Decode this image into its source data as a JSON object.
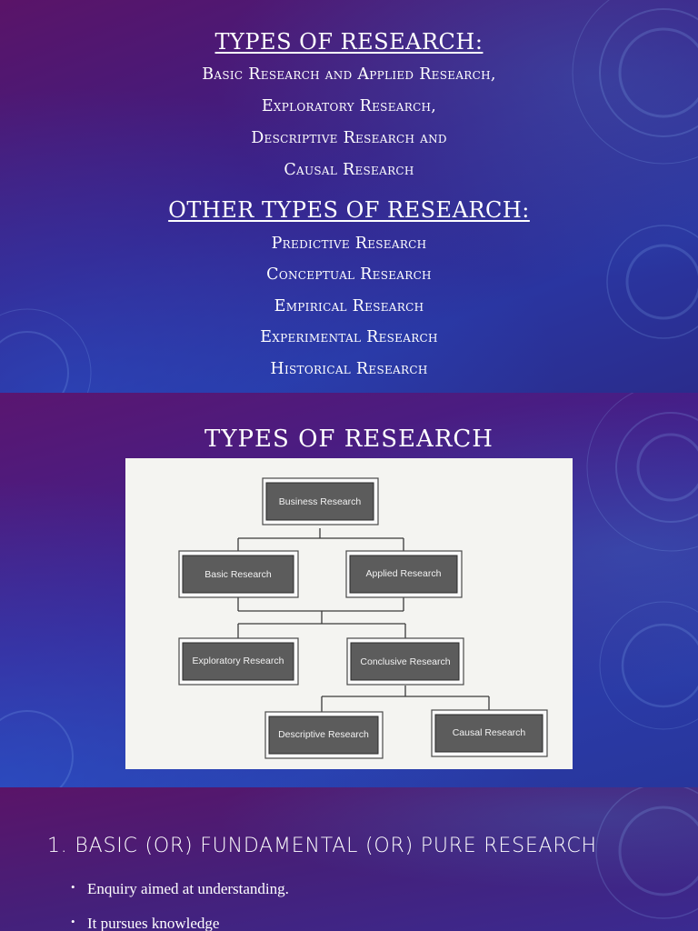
{
  "slide1": {
    "title": "Types of Research:",
    "lines": [
      "Basic Research and Applied Research,",
      "Exploratory Research,",
      "Descriptive Research and",
      "Causal Research"
    ],
    "subtitle": "Other Types of Research:",
    "other_lines": [
      "Predictive Research",
      "Conceptual Research",
      "Empirical Research",
      "Experimental Research",
      "Historical Research"
    ]
  },
  "slide2": {
    "title": "Types of Research",
    "diagram": {
      "nodes": {
        "root": "Business Research",
        "basic": "Basic Research",
        "applied": "Applied Research",
        "exploratory": "Exploratory Research",
        "conclusive": "Conclusive Research",
        "descriptive": "Descriptive Research",
        "causal": "Causal Research"
      }
    }
  },
  "slide3": {
    "heading": "1. Basic (or) Fundamental (or) Pure Research",
    "bullets": [
      "Enquiry aimed at understanding.",
      "It pursues knowledge"
    ]
  }
}
